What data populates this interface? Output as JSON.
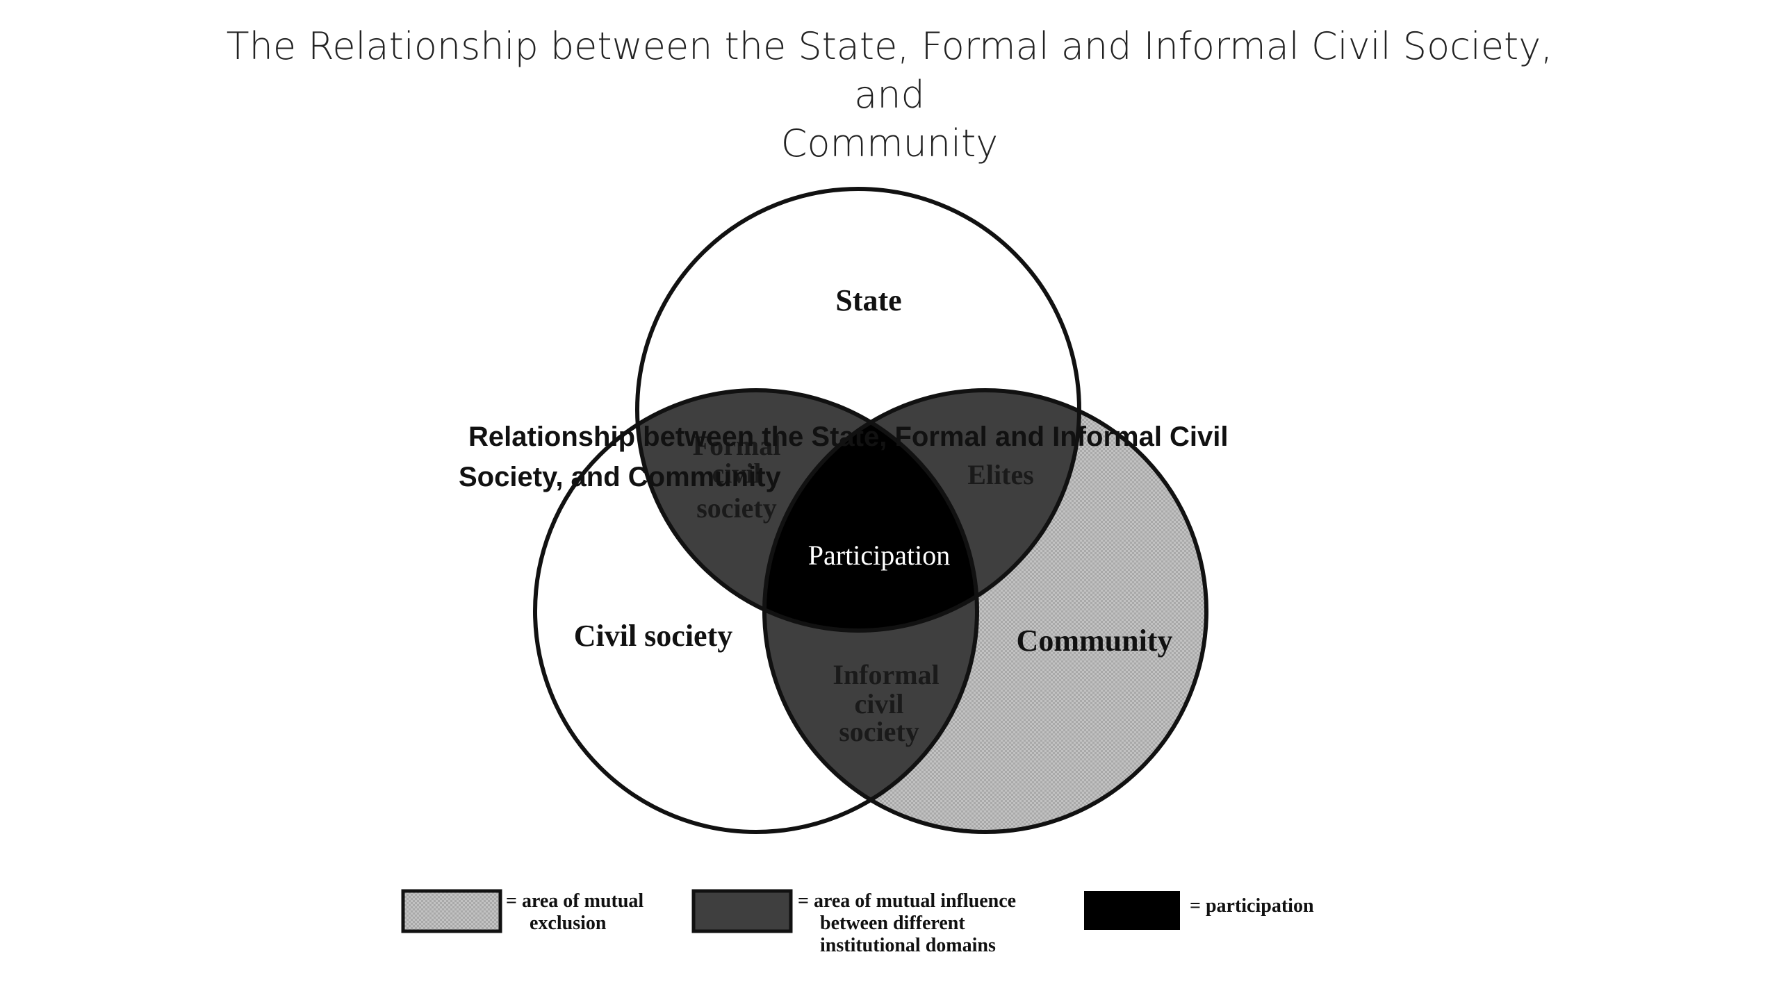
{
  "slide": {
    "title_line1": "The Relationship between the State, Formal and Informal Civil Society, and",
    "title_line2": "Community"
  },
  "diagram": {
    "circles": {
      "state": "State",
      "civil_society": "Civil society",
      "community": "Community"
    },
    "regions": {
      "formal_civil_society": [
        "Formal",
        "civil",
        "society"
      ],
      "elites": "Elites",
      "participation": "Participation",
      "informal_civil_society": [
        "Informal",
        "civil",
        "society"
      ]
    },
    "legend": {
      "mutual_exclusion": [
        "= area of mutual",
        "exclusion"
      ],
      "mutual_influence": [
        "= area of mutual influence",
        "between different",
        "institutional domains"
      ],
      "participation": "= participation"
    },
    "colors": {
      "mutual_exclusion": "#b8b8b8",
      "mutual_influence": "#3f3f3f",
      "participation": "#000000"
    }
  },
  "overlay_caption": {
    "line1": "Relationship between the State, Formal and Informal Civil",
    "line2": "Society, and Community"
  }
}
